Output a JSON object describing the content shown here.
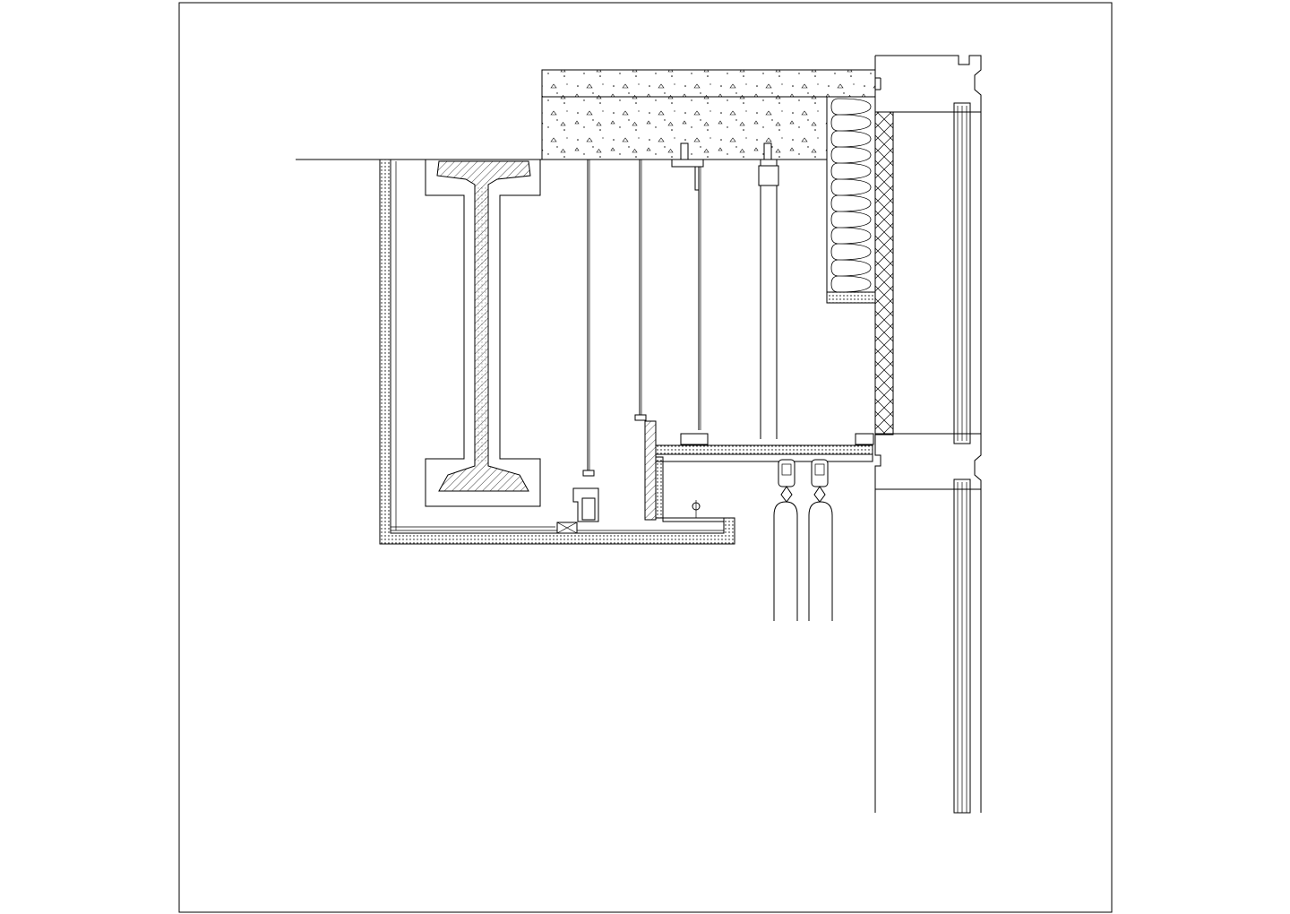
{
  "drawing": {
    "type": "cad-section-detail",
    "background": "#ffffff",
    "line_color": "#000000",
    "elements": [
      "drawing-frame",
      "concrete-floor-slab",
      "ceiling-line",
      "steel-i-beam",
      "fireproof-board-enclosure",
      "suspension-rods",
      "mineral-wool-insulation",
      "cross-hatch-board",
      "curtain-wall-mullion",
      "ceiling-trim-board",
      "curtain-track",
      "curtain-hooks",
      "curtain-fabric"
    ]
  }
}
